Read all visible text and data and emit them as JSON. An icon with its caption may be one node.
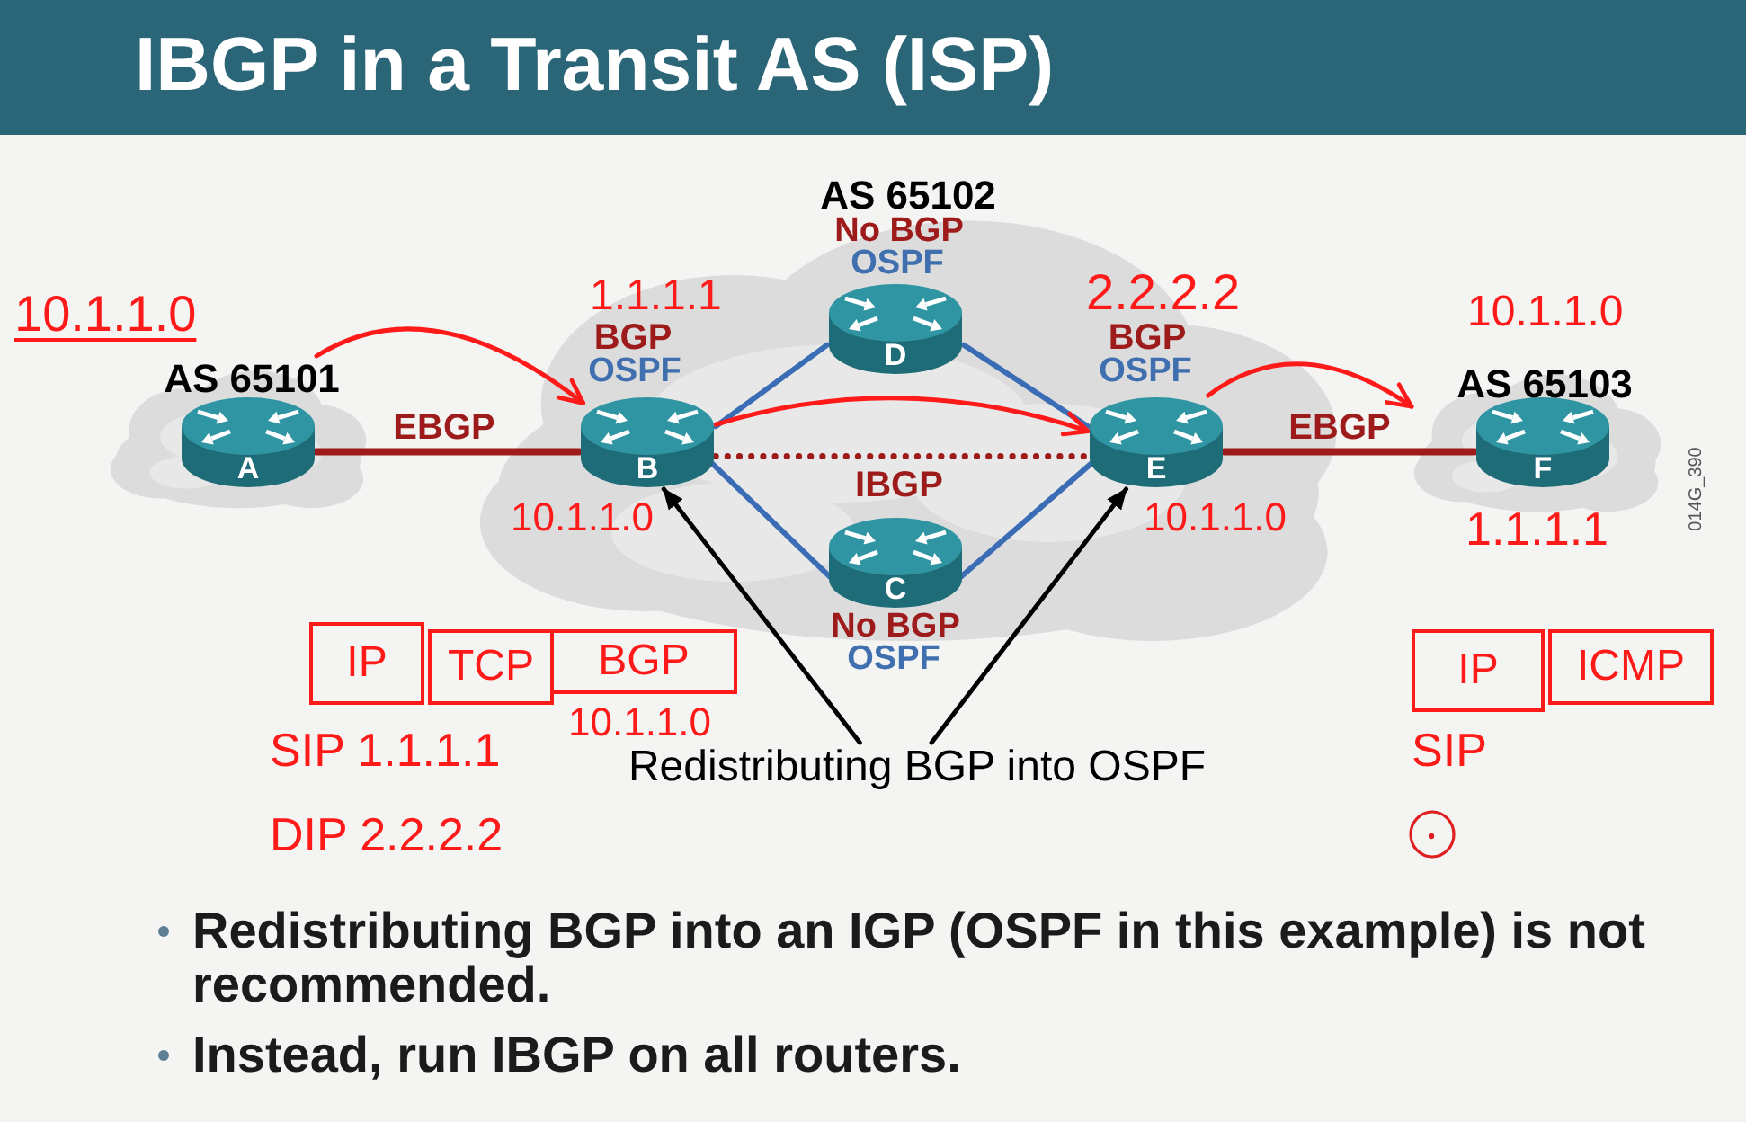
{
  "diagram": {
    "title": "IBGP in a Transit AS (ISP)",
    "nodes": [
      {
        "text": [
          "AS 65101"
        ]
      },
      {
        "text": [
          "A"
        ],
        "in": 0,
        "beside": [
          "10.1.1.0"
        ]
      },
      {
        "text": [
          "AS 65102"
        ]
      },
      {
        "text": [
          "B"
        ],
        "in": 2,
        "beside": [
          "1.1.1.1",
          "BGP",
          "OSPF",
          "10.1.1.0"
        ]
      },
      {
        "text": [
          "D"
        ],
        "in": 2,
        "beside": [
          "No BGP",
          "OSPF"
        ]
      },
      {
        "text": [
          "C"
        ],
        "in": 2,
        "beside": [
          "No BGP",
          "OSPF"
        ]
      },
      {
        "text": [
          "E"
        ],
        "in": 2,
        "beside": [
          "2.2.2.2",
          "BGP",
          "OSPF",
          "10.1.1.0"
        ]
      },
      {
        "text": [
          "AS 65103"
        ]
      },
      {
        "text": [
          "F"
        ],
        "in": 7,
        "beside": [
          "10.1.1.0",
          "1.1.1.1"
        ]
      },
      {
        "text": [
          "IP"
        ]
      },
      {
        "text": [
          "TCP"
        ]
      },
      {
        "text": [
          "BGP"
        ],
        "beside": [
          "10.1.1.0"
        ]
      },
      {
        "text": [
          "IP"
        ]
      },
      {
        "text": [
          "ICMP"
        ]
      },
      {
        "text": [
          "Redistributing BGP into OSPF"
        ]
      }
    ],
    "edges": [
      {
        "from": 1,
        "to": 3,
        "arrow": "none",
        "label": "EBGP",
        "color": "#9e1b1b"
      },
      {
        "from": 3,
        "to": 4,
        "arrow": "none"
      },
      {
        "from": 3,
        "to": 5,
        "arrow": "none"
      },
      {
        "from": 3,
        "to": 6,
        "arrow": "none",
        "label": "IBGP",
        "style": "dashed",
        "color": "#9e1b1b"
      },
      {
        "from": 4,
        "to": 6,
        "arrow": "none"
      },
      {
        "from": 5,
        "to": 6,
        "arrow": "none"
      },
      {
        "from": 6,
        "to": 8,
        "arrow": "none",
        "label": "EBGP",
        "color": "#9e1b1b"
      },
      {
        "from": 14,
        "to": 3,
        "arrow": "to",
        "color": "#000000"
      },
      {
        "from": 14,
        "to": 6,
        "arrow": "to",
        "color": "#000000"
      },
      {
        "from": 0,
        "to": 3,
        "arrow": "to",
        "color": "#ff1a1a"
      },
      {
        "from": 3,
        "to": 6,
        "arrow": "to",
        "color": "#ff1a1a"
      },
      {
        "from": 6,
        "to": 7,
        "arrow": "to",
        "color": "#ff1a1a"
      }
    ],
    "labels": [
      "014G_390",
      "SIP 1.1.1.1",
      "SIP",
      "DIP 2.2.2.2",
      "Redistributing BGP into an IGP (OSPF in this example) is not recommended.",
      "Instead, run IBGP on all routers."
    ]
  }
}
